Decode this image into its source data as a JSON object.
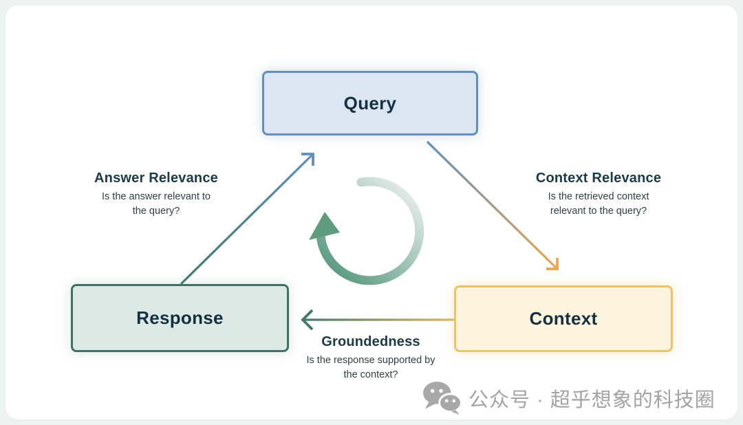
{
  "diagram": {
    "nodes": {
      "query": {
        "label": "Query",
        "fill": "#dbe6f2",
        "border": "#628eb8"
      },
      "response": {
        "label": "Response",
        "fill": "#dce9e5",
        "border": "#3b7265"
      },
      "context": {
        "label": "Context",
        "fill": "#fdf4dd",
        "border": "#e9c468"
      }
    },
    "edges": {
      "answer_relevance": {
        "title": "Answer Relevance",
        "description": "Is the answer relevant to the query?",
        "from": "response",
        "to": "query",
        "color_from": "#3e7a6b",
        "color_to": "#5e8fbc"
      },
      "context_relevance": {
        "title": "Context Relevance",
        "description": "Is the retrieved context relevant to the query?",
        "from": "query",
        "to": "context",
        "color_from": "#5e8fbc",
        "color_to": "#eaa64f"
      },
      "groundedness": {
        "title": "Groundedness",
        "description": "Is the response supported by the context?",
        "from": "context",
        "to": "response",
        "color_from": "#e2b55c",
        "color_to": "#3f7a6b"
      }
    },
    "center_icon": {
      "name": "cycle-arrow-icon",
      "color_from": "#edf1ef",
      "color_to": "#4f9379"
    }
  },
  "watermark": {
    "icon": "wechat-icon",
    "text": "公众号 · 超乎想象的科技圈",
    "color": "#a3a3a3"
  }
}
